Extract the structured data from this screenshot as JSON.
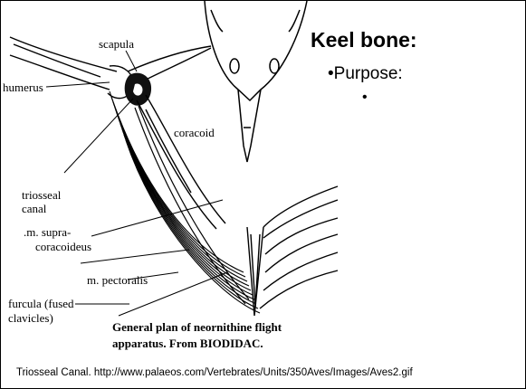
{
  "slide": {
    "title": "Keel bone:",
    "bullets": [
      {
        "marker": "•",
        "text": "Purpose:"
      },
      {
        "marker": "•",
        "text": ""
      }
    ],
    "footer": "Triosseal Canal.  http://www.palaeos.com/Vertebrates/Units/350Aves/Images/Aves2.gif"
  },
  "diagram": {
    "labels": {
      "scapula": "scapula",
      "humerus": "humerus",
      "coracoid": "coracoid",
      "triosseal_1": "triosseal",
      "triosseal_2": "canal",
      "supra_1": ".m. supra-",
      "supra_2": "coracoideus",
      "pectoralis": "m. pectoralis",
      "furcula_1": "furcula (fused",
      "furcula_2": "clavicles)"
    },
    "caption": [
      "General plan of neornithine flight",
      "apparatus.  From BIODIDAC."
    ]
  }
}
